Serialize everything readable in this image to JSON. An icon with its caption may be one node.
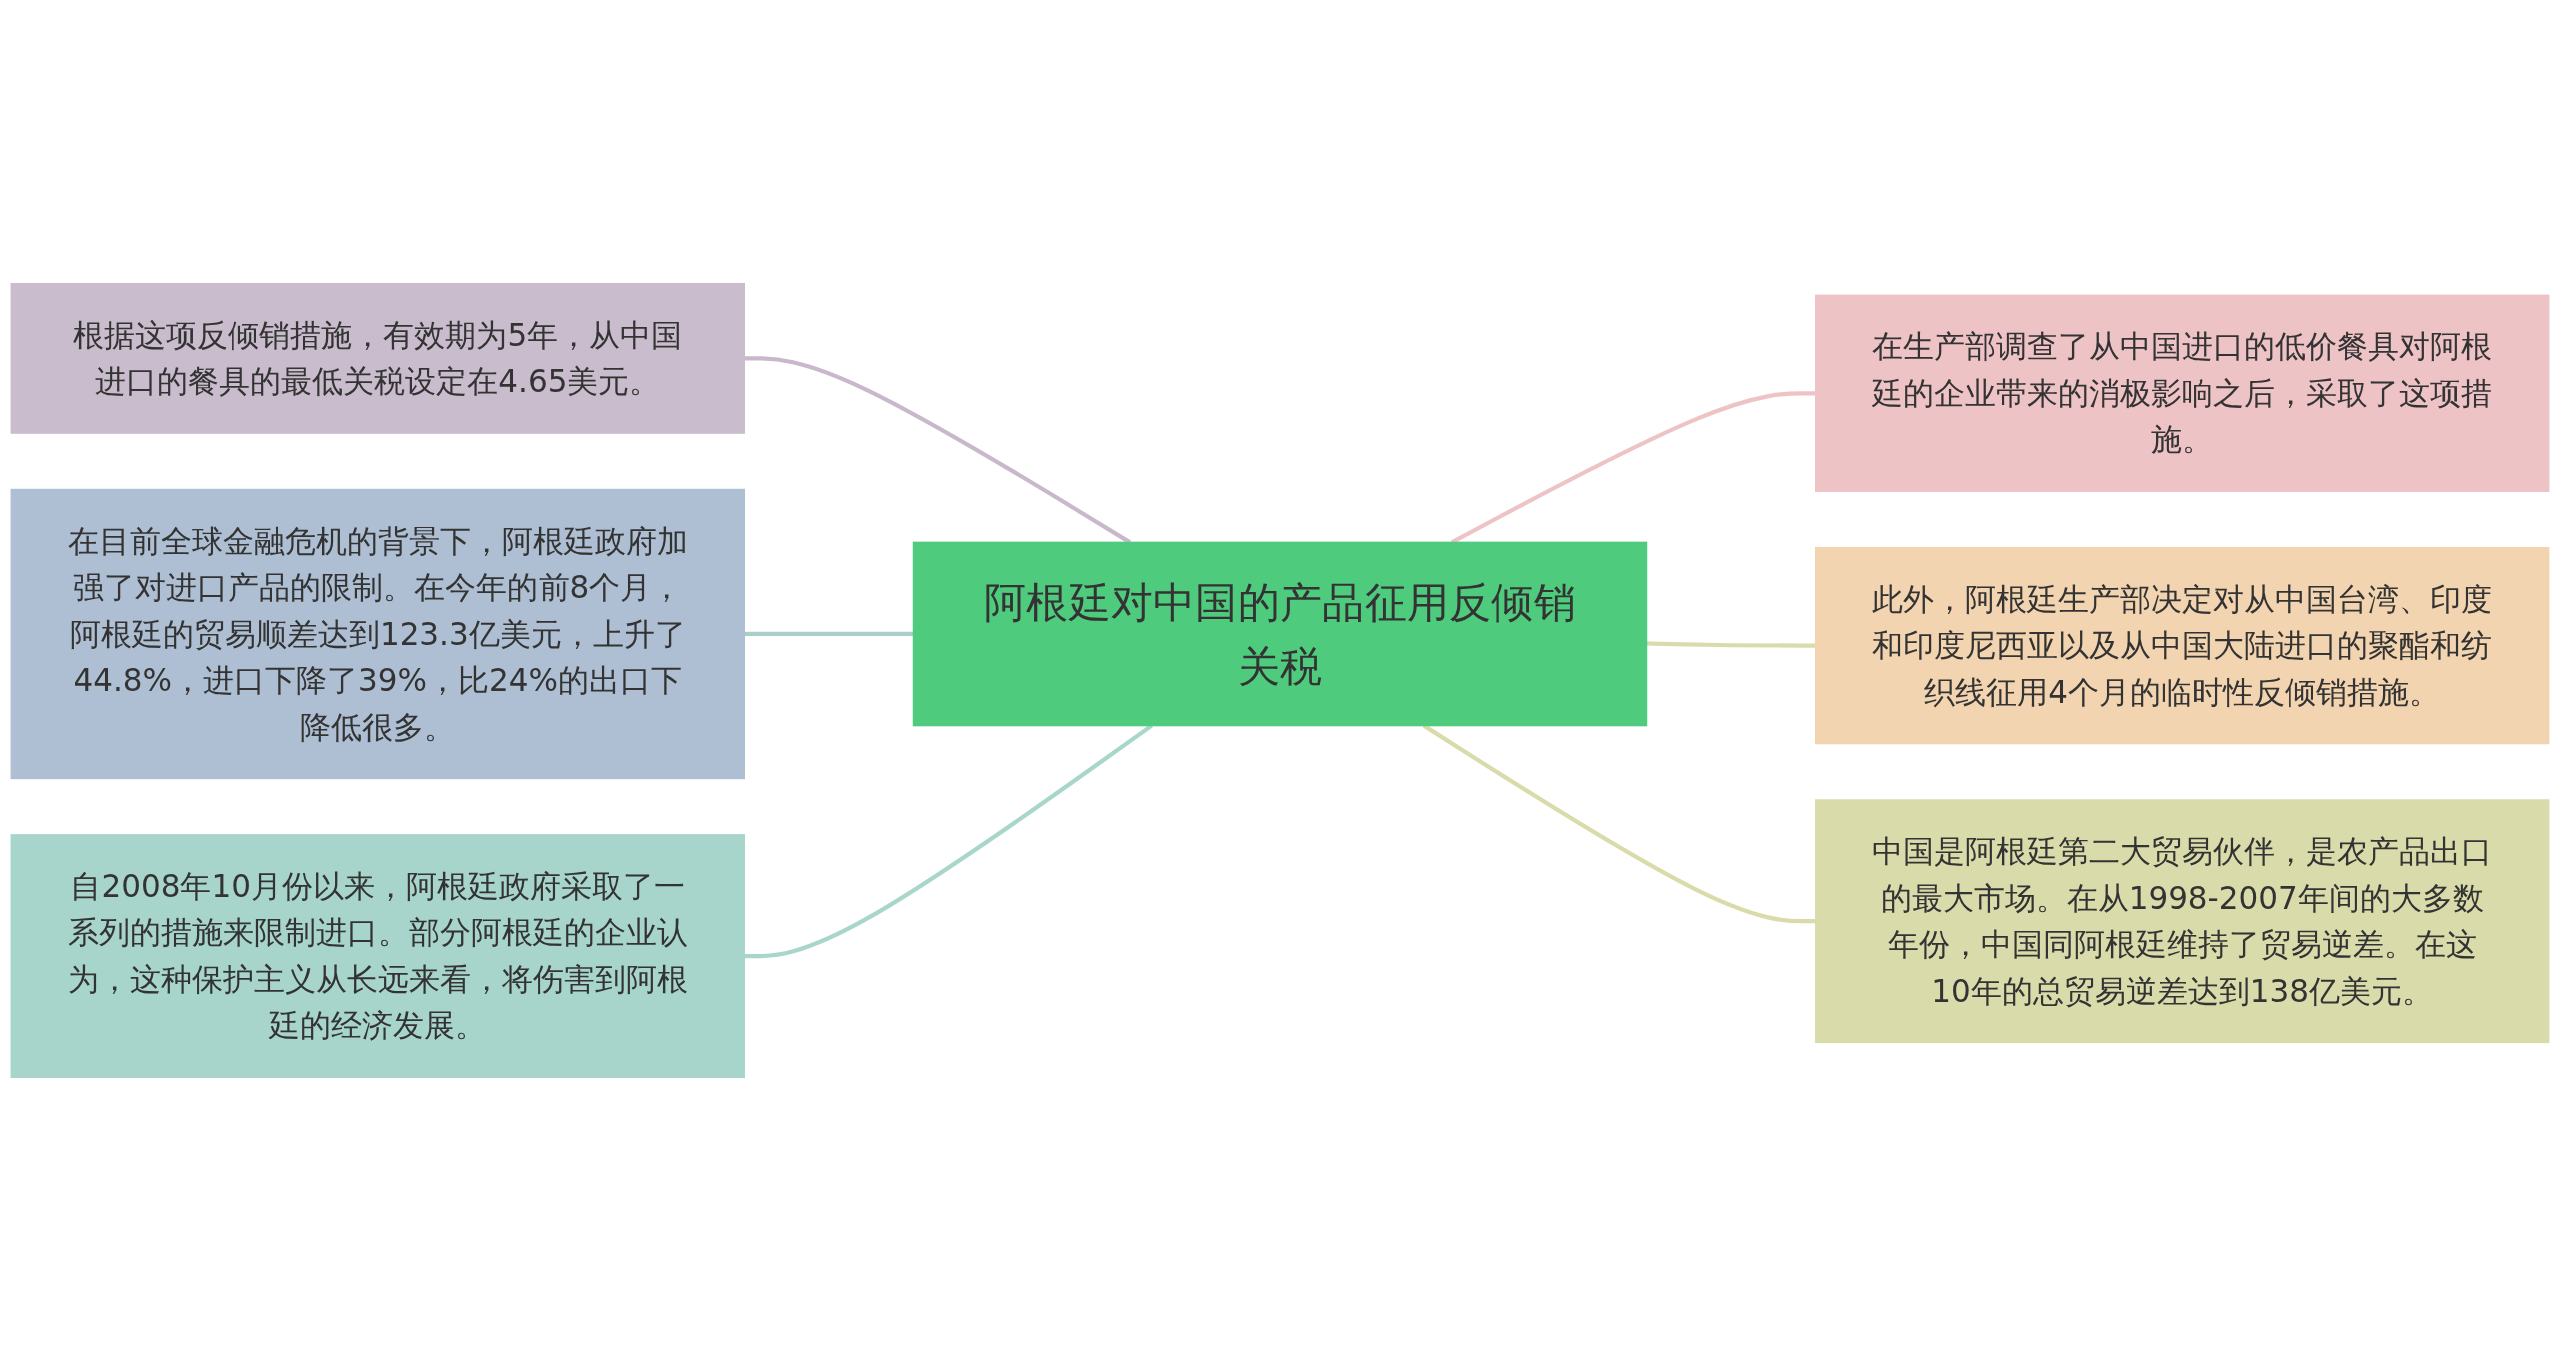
{
  "diagram": {
    "nodes": [
      {
        "text": [
          "阿根廷对中国的产品征用反倾销关税"
        ]
      },
      {
        "text": [
          "根据这项反倾销措施，有效期为5年，从中国进口的餐具的最低关税设定在4.65美元。"
        ]
      },
      {
        "text": [
          "在目前全球金融危机的背景下，阿根廷政府加强了对进口产品的限制。在今年的前8个月，阿根廷的贸易顺差达到123.3亿美元，上升了44.8%，进口下降了39%，比24%的出口下降低很多。"
        ]
      },
      {
        "text": [
          "自2008年10月份以来，阿根廷政府采取了一系列的措施来限制进口。部分阿根廷的企业认为，这种保护主义从长远来看，将伤害到阿根廷的经济发展。"
        ]
      },
      {
        "text": [
          "在生产部调查了从中国进口的低价餐具对阿根廷的企业带来的消极影响之后，采取了这项措施。"
        ]
      },
      {
        "text": [
          "此外，阿根廷生产部决定对从中国台湾、印度和印度尼西亚以及从中国大陆进口的聚酯和纺织线征用4个月的临时性反倾销措施。"
        ]
      },
      {
        "text": [
          "中国是阿根廷第二大贸易伙伴，是农产品出口的最大市场。在从1998-2007年间的大多数年份，中国同阿根廷维持了贸易逆差。在这10年的总贸易逆差达到138亿美元。"
        ]
      }
    ],
    "edges": [
      {
        "from": 1,
        "to": 0,
        "arrow": "none",
        "color": "#c9b8cc"
      },
      {
        "from": 2,
        "to": 0,
        "arrow": "none",
        "color": "#a9cfc8"
      },
      {
        "from": 3,
        "to": 0,
        "arrow": "none",
        "color": "#a9d6cb"
      },
      {
        "from": 0,
        "to": 4,
        "arrow": "none",
        "color": "#eec3c6"
      },
      {
        "from": 0,
        "to": 5,
        "arrow": "none",
        "color": "#d9dcaa"
      },
      {
        "from": 0,
        "to": 6,
        "arrow": "none",
        "color": "#d9dcaa"
      }
    ]
  }
}
